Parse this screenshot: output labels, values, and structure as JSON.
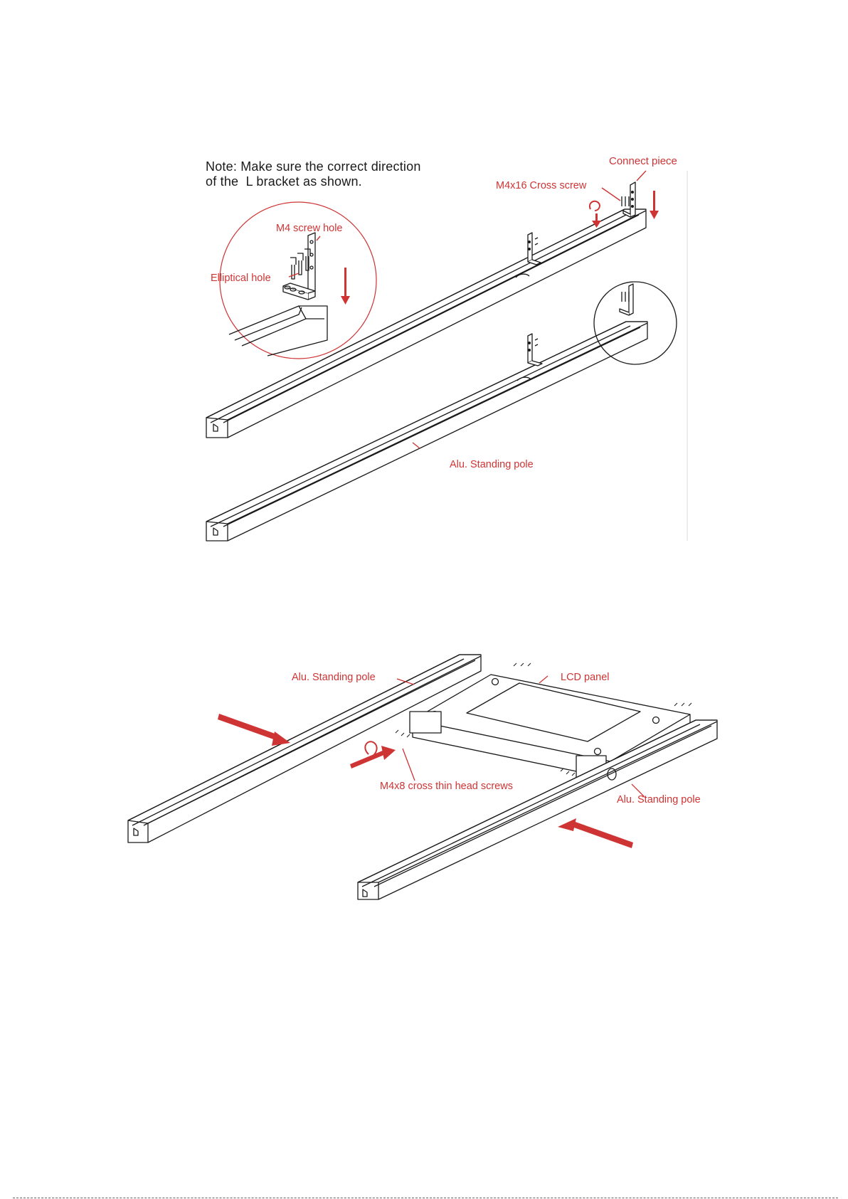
{
  "note": {
    "line1": "Note: Make sure the correct direction",
    "line2": "of the  L bracket as shown."
  },
  "diagram_top": {
    "labels": {
      "connect_piece": "Connect piece",
      "cross_screw": "M4x16 Cross screw",
      "m4_screw_hole": "M4 screw hole",
      "elliptical_hole": "Elliptical hole",
      "standing_pole": "Alu. Standing pole"
    }
  },
  "diagram_bottom": {
    "labels": {
      "standing_pole_left": "Alu. Standing pole",
      "lcd_panel": "LCD panel",
      "thin_head_screws": "M4x8 cross thin head screws",
      "standing_pole_right": "Alu. Standing pole"
    }
  },
  "colors": {
    "line": "#1a1a1a",
    "accent": "#cf3434"
  }
}
